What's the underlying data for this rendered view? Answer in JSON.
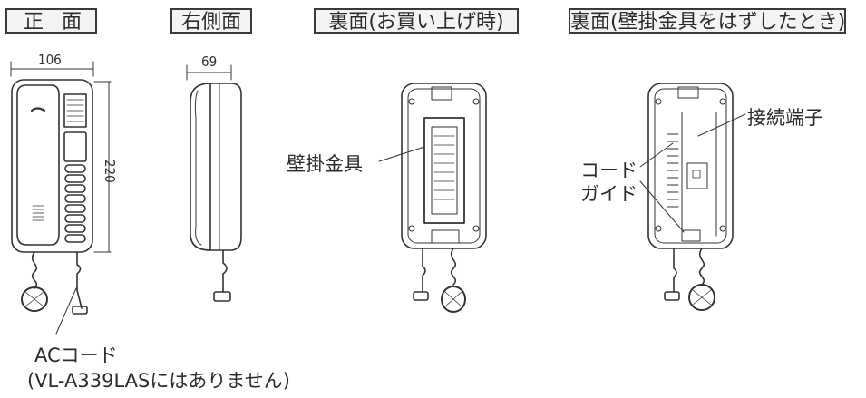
{
  "headings": {
    "front": "正面",
    "right_side": "右側面",
    "back_purchase": "裏面(お買い上げ時)",
    "back_bracket_removed": "裏面(壁掛金具をはずしたとき)"
  },
  "dimensions": {
    "width": "106",
    "depth": "69",
    "height": "220"
  },
  "callouts": {
    "wall_bracket": "壁掛金具",
    "terminal": "接続端子",
    "cord_guide_line1": "コード",
    "cord_guide_line2": "ガイド",
    "ac_cord_line1": "ACコード",
    "ac_cord_line2": "(VL-A339LASにはありません)"
  }
}
